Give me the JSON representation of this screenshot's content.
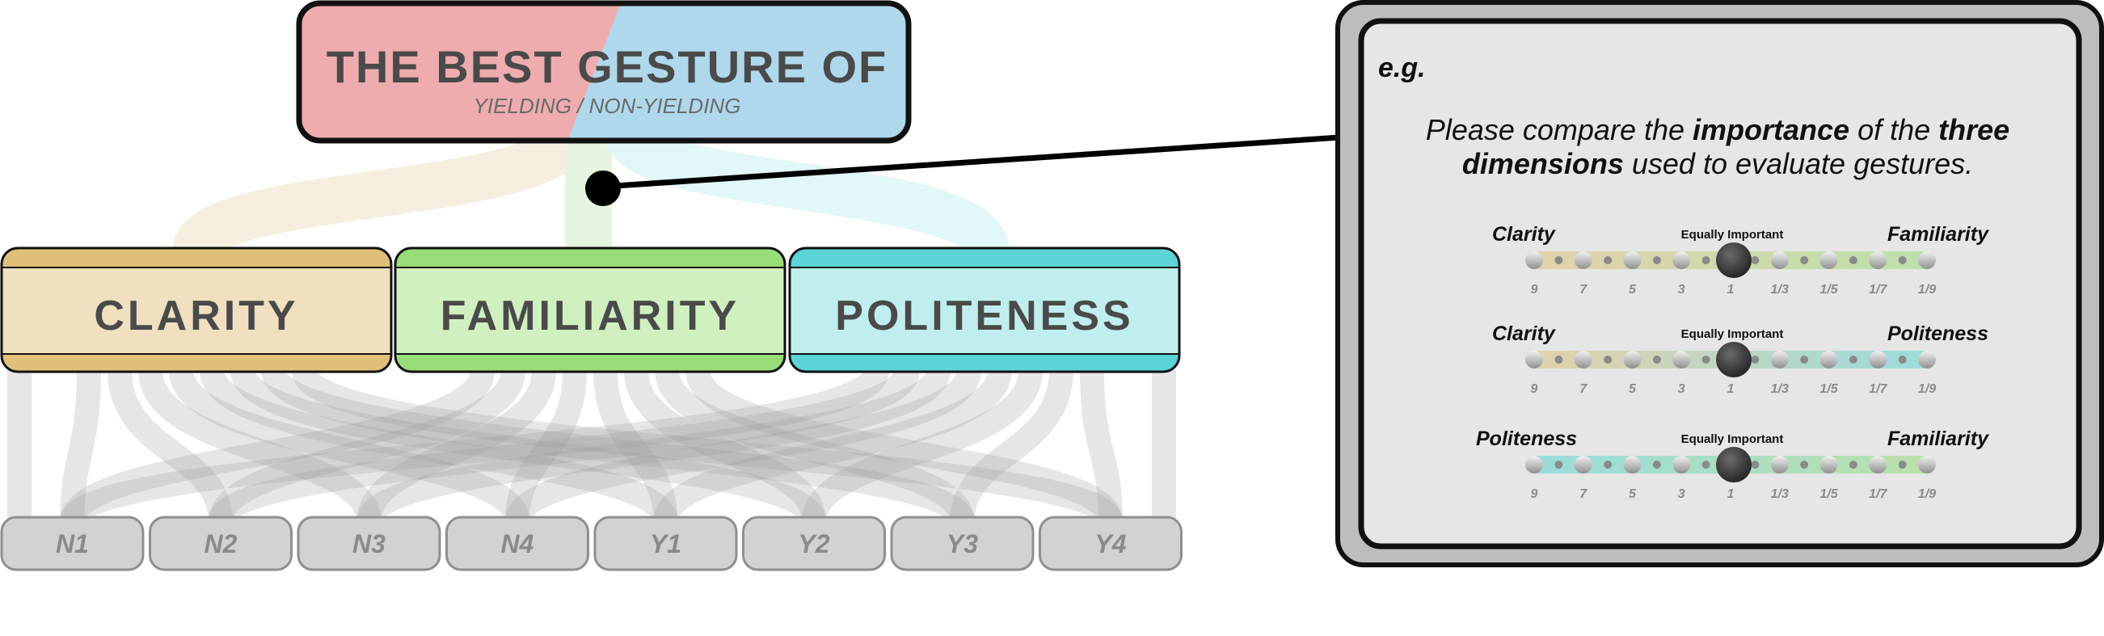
{
  "goal": {
    "title": "THE BEST GESTURE OF",
    "subtitle": "YIELDING / NON-YIELDING"
  },
  "criteria": [
    {
      "label": "CLARITY",
      "fill": "#f0e0c0",
      "band": "#e0c078",
      "link": "#f6efdf"
    },
    {
      "label": "FAMILIARITY",
      "fill": "#d0f0c0",
      "band": "#98dc78",
      "link": "#e6f5df"
    },
    {
      "label": "POLITENESS",
      "fill": "#c0eeee",
      "band": "#5ad4d6",
      "link": "#e2f7f7"
    }
  ],
  "alternatives": [
    "N1",
    "N2",
    "N3",
    "N4",
    "Y1",
    "Y2",
    "Y3",
    "Y4"
  ],
  "example": {
    "tag": "e.g.",
    "instruction": {
      "line1_pre": "Please compare the ",
      "line1_b1": "importance",
      "line1_mid": " of the ",
      "line1_b2": "three",
      "line2_b": "dimensions",
      "line2_post": " used to evaluate gestures."
    },
    "center_label": "Equally Important",
    "scale": [
      "9",
      "7",
      "5",
      "3",
      "1",
      "1/3",
      "1/5",
      "1/7",
      "1/9"
    ],
    "comparisons": [
      {
        "left": "Clarity",
        "right": "Familiarity",
        "selected": "1"
      },
      {
        "left": "Clarity",
        "right": "Politeness",
        "selected": "1"
      },
      {
        "left": "Politeness",
        "right": "Familiarity",
        "selected": "1"
      }
    ]
  },
  "colors": {
    "goal_left": "#eeacae",
    "goal_right": "#b0d8ec",
    "text_dark": "#4a4a4a",
    "alt_fill": "#d2d2d2",
    "panel_fill": "#e6e6e6",
    "panel_outer": "#bdbdbd"
  }
}
